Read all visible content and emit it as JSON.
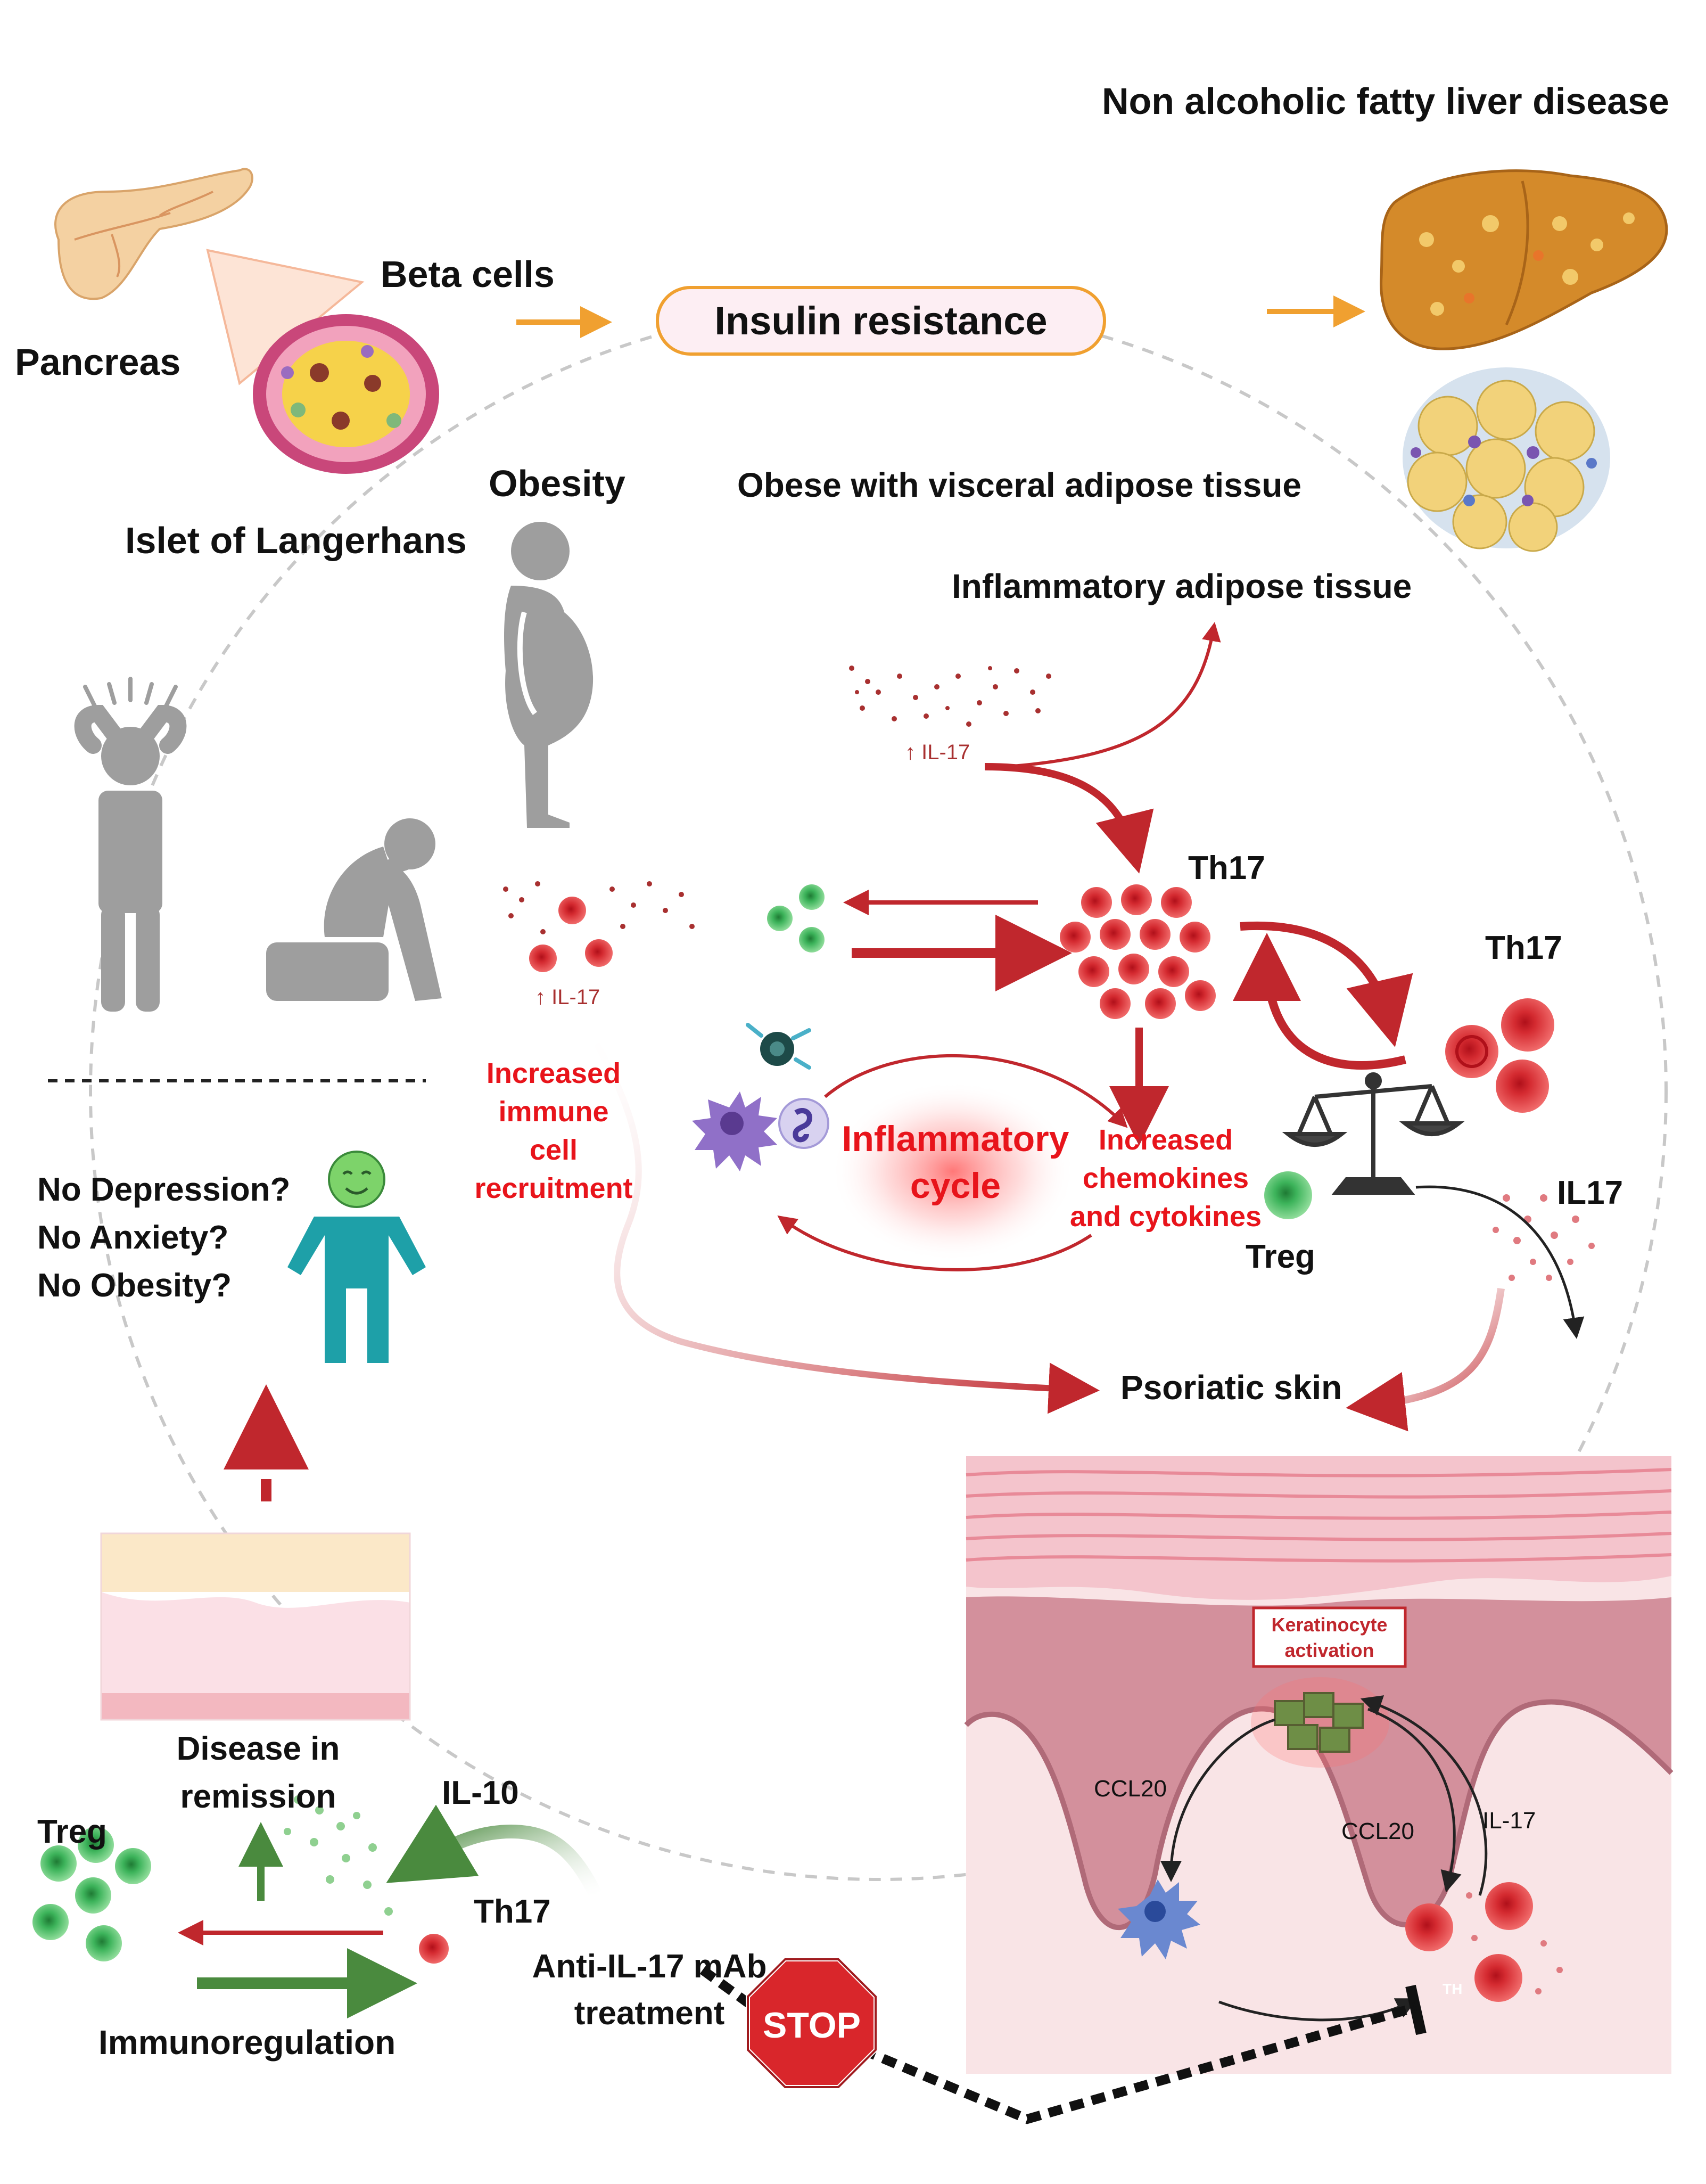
{
  "labels": {
    "nafld": "Non alcoholic fatty liver disease",
    "beta_cells": "Beta cells",
    "pancreas": "Pancreas",
    "insulin_resistance": "Insulin resistance",
    "obesity": "Obesity",
    "obese_visceral": "Obese with visceral adipose tissue",
    "islet": "Islet of Langerhans",
    "inflammatory_adipose": "Inflammatory adipose tissue",
    "il17_up_top": "↑ IL-17",
    "il17_up_left": "↑ IL-17",
    "th17_center": "Th17",
    "th17_right": "Th17",
    "recruitment": [
      "Increased",
      "immune",
      "cell",
      "recruitment"
    ],
    "inflammatory_cycle": [
      "Inflammatory",
      "cycle"
    ],
    "chemokines": [
      "Increased",
      "chemokines",
      "and cytokines"
    ],
    "il17_right": "IL17",
    "treg_right": "Treg",
    "questions": [
      "No Depression?",
      "No Anxiety?",
      "No Obesity?"
    ],
    "psoriatic_skin": "Psoriatic skin",
    "keratinocyte": [
      "Keratinocyte",
      "activation"
    ],
    "ccl20_left": "CCL20",
    "ccl20_right": "CCL20",
    "il17_skin": "IL-17",
    "th_cell": "TH",
    "remission": [
      "Disease in",
      "remission"
    ],
    "il10": "IL-10",
    "treg_left": "Treg",
    "th17_bottom": "Th17",
    "anti_il17": [
      "Anti-IL-17 mAb",
      "treatment"
    ],
    "stop": "STOP",
    "immunoregulation": "Immunoregulation"
  },
  "icons": [
    "pancreas-icon",
    "islet-icon",
    "liver-icon",
    "adipose-icon",
    "obese-person-icon",
    "anxious-person-icon",
    "depressed-person-icon",
    "healthy-person-icon",
    "balance-scale-icon",
    "macrophage-icon",
    "neutrophil-icon",
    "dendritic-cell-icon",
    "stop-sign-icon",
    "skin-section-icon",
    "healthy-skin-icon"
  ],
  "colors": {
    "inflammation_red": "#c0272d",
    "label_red": "#e8141b",
    "arrow_orange": "#f0a030",
    "regulation_green": "#4a8a3e",
    "treg_green": "#3cb35a",
    "skin_pink": "#e8a2ae",
    "person_gray": "#9e9e9e",
    "healthy_teal": "#1ea0a8"
  }
}
